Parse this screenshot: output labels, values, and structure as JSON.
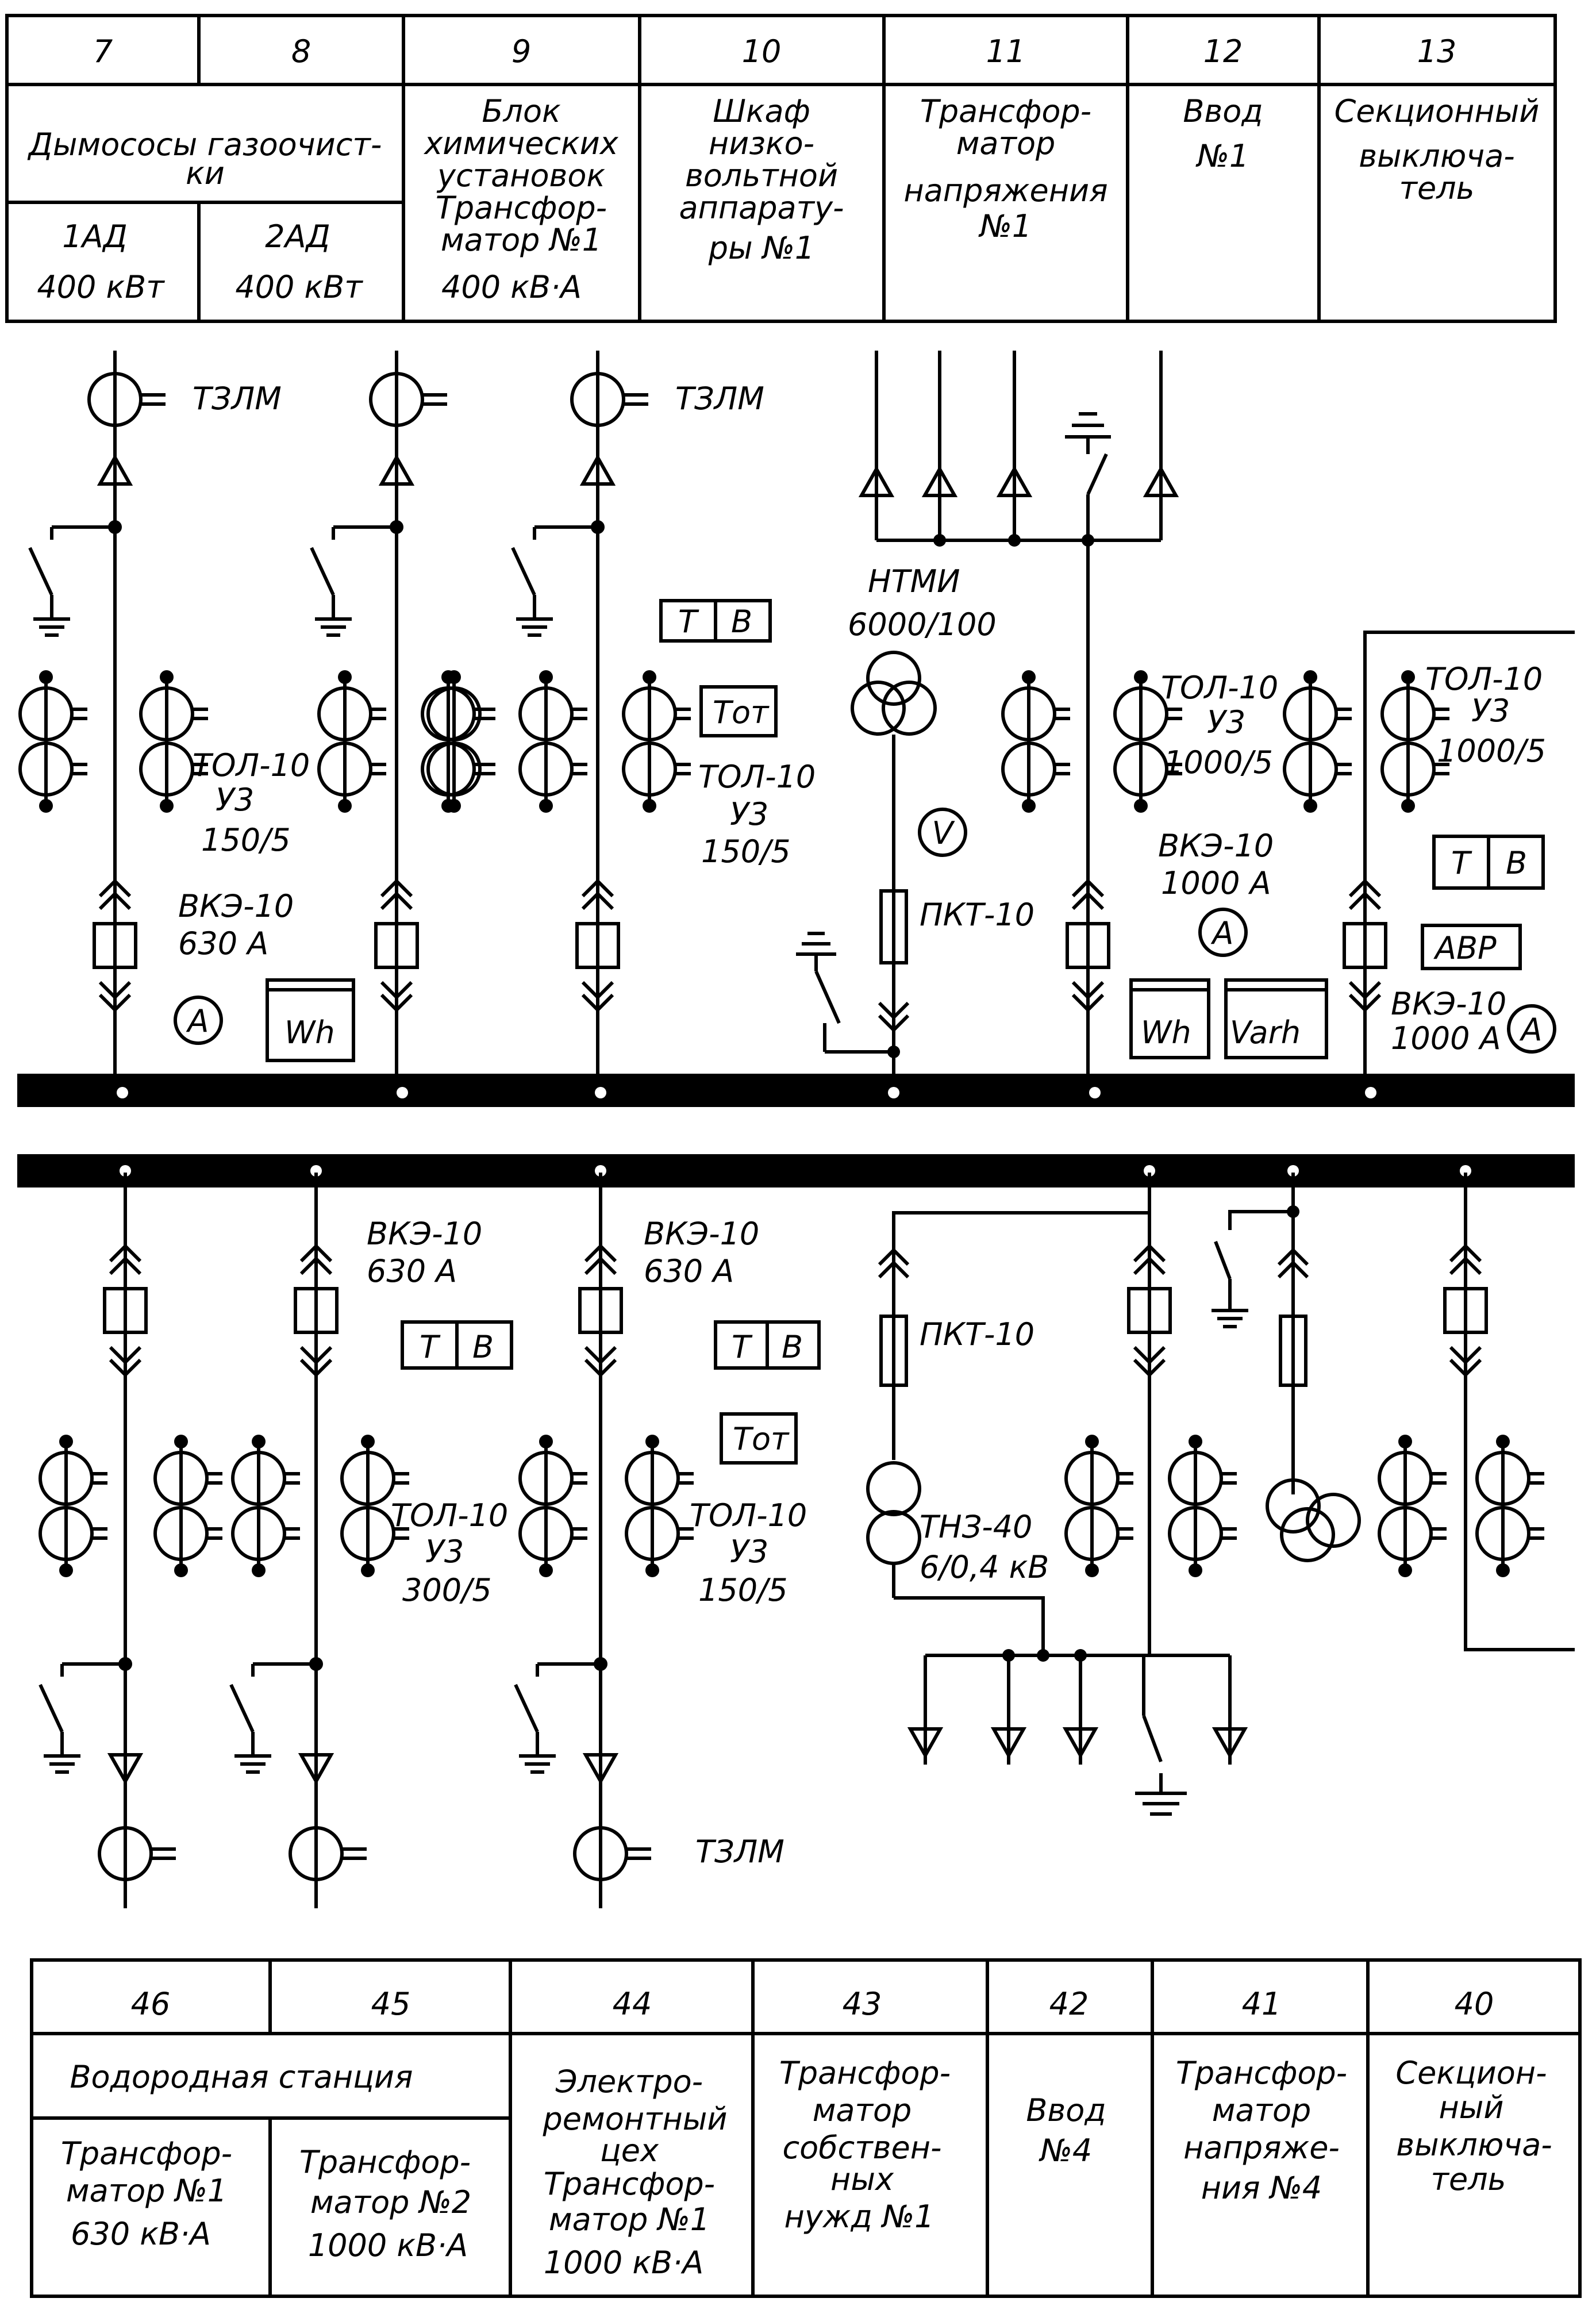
{
  "top_table": {
    "numbers": [
      "7",
      "8",
      "9",
      "10",
      "11",
      "12",
      "13"
    ],
    "merged_7_8": [
      "Дымососы газоочист-",
      "ки"
    ],
    "cell_7": [
      "1АД",
      "400 кВт"
    ],
    "cell_8": [
      "2АД",
      "400 кВт"
    ],
    "cell_9": [
      "Блок",
      "химических",
      "установок",
      "Трансфор-",
      "матор №1",
      "400 кВ·А"
    ],
    "cell_10": [
      "Шкаф",
      "низко-",
      "вольтной",
      "аппарату-",
      "ры №1"
    ],
    "cell_11": [
      "Трансфор-",
      "матор",
      "напряжения",
      "№1"
    ],
    "cell_12": [
      "Ввод",
      "№1"
    ],
    "cell_13": [
      "Секционный",
      "выключа-",
      "тель"
    ]
  },
  "bottom_table": {
    "numbers": [
      "46",
      "45",
      "44",
      "43",
      "42",
      "41",
      "40"
    ],
    "merged_46_45": [
      "Водородная станция"
    ],
    "cell_46": [
      "Трансфор-",
      "матор №1",
      "630 кВ·А"
    ],
    "cell_45": [
      "Трансфор-",
      "матор №2",
      "1000 кВ·А"
    ],
    "cell_44": [
      "Электро-",
      "ремонтный",
      "цех",
      "Трансфор-",
      "матор №1",
      "1000 кВ·А"
    ],
    "cell_43": [
      "Трансфор-",
      "матор",
      "собствен-",
      "ных",
      "нужд №1"
    ],
    "cell_42": [
      "Ввод",
      "№4"
    ],
    "cell_41": [
      "Трансфор-",
      "матор",
      "напряже-",
      "ния №4"
    ],
    "cell_40": [
      "Секцион-",
      "ный",
      "выключа-",
      "тель"
    ]
  },
  "upper_labels": {
    "tzlm_1": "ТЗЛМ",
    "tzlm_3": "ТЗЛМ",
    "ntmi": [
      "НТМИ",
      "6000/100"
    ],
    "tol_1": [
      "ТОЛ-10",
      "У3",
      "150/5"
    ],
    "tol_3": [
      "ТОЛ-10",
      "У3",
      "150/5"
    ],
    "tol_6": [
      "ТОЛ-10",
      "У3",
      "1000/5"
    ],
    "tol_7": [
      "ТОЛ-10",
      "У3",
      "1000/5"
    ],
    "vke_1": [
      "ВКЭ-10",
      "630 А"
    ],
    "vke_6": [
      "ВКЭ-10",
      "1000 А"
    ],
    "vke_7": [
      "ВКЭ-10",
      "1000 А"
    ],
    "pkt": "ПКТ-10",
    "tv_left": "Т",
    "tv_right": "В",
    "tot": "Тот",
    "avr": "АВР",
    "ammeter": "A",
    "voltmeter": "V",
    "wh": "Wh",
    "varh": "Varh"
  },
  "lower_labels": {
    "vke_2": [
      "ВКЭ-10",
      "630 А"
    ],
    "vke_3": [
      "ВКЭ-10",
      "630 А"
    ],
    "tol_2": [
      "ТОЛ-10",
      "У3",
      "300/5"
    ],
    "tol_3": [
      "ТОЛ-10",
      "У3",
      "150/5"
    ],
    "pkt": "ПКТ-10",
    "tnz": [
      "ТНЗ-40",
      "6/0,4 кВ"
    ],
    "tzlm": "ТЗЛМ",
    "tv_left": "Т",
    "tv_right": "В",
    "tot": "Тот"
  }
}
